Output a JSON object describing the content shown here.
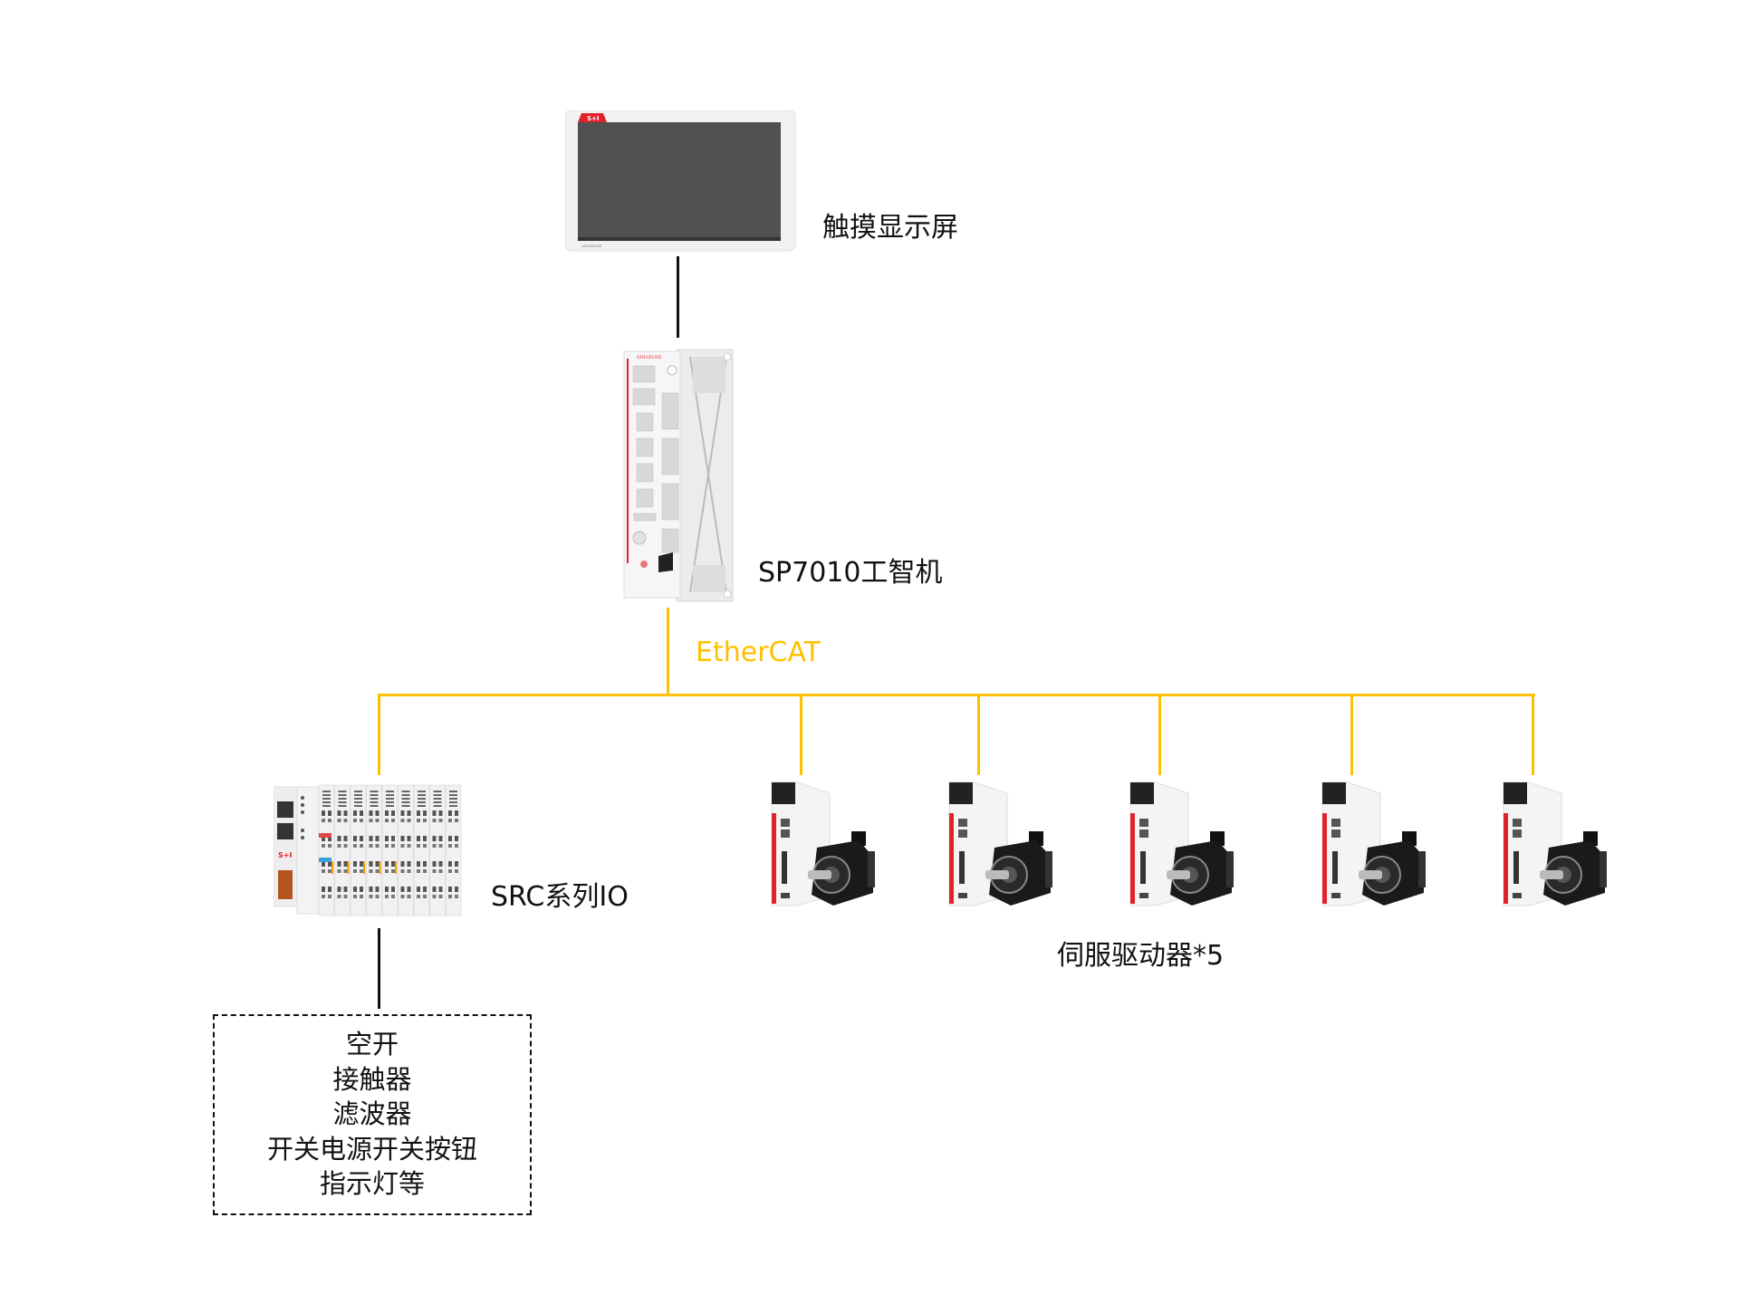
{
  "colors": {
    "ethercat": "#FFC000",
    "connector": "#111111",
    "brand_red": "#E0232B"
  },
  "hmi": {
    "label": "触摸显示屏",
    "brand": "SINSEGYE"
  },
  "controller": {
    "label": "SP7010工智机",
    "brand": "SINSEGYE"
  },
  "bus": {
    "label": "EtherCAT"
  },
  "io": {
    "label": "SRC系列IO"
  },
  "servo": {
    "label": "伺服驱动器*5",
    "count": 5
  },
  "peripherals": {
    "items": [
      "空开",
      "接触器",
      "滤波器",
      "开关电源开关按钮",
      "指示灯等"
    ]
  }
}
